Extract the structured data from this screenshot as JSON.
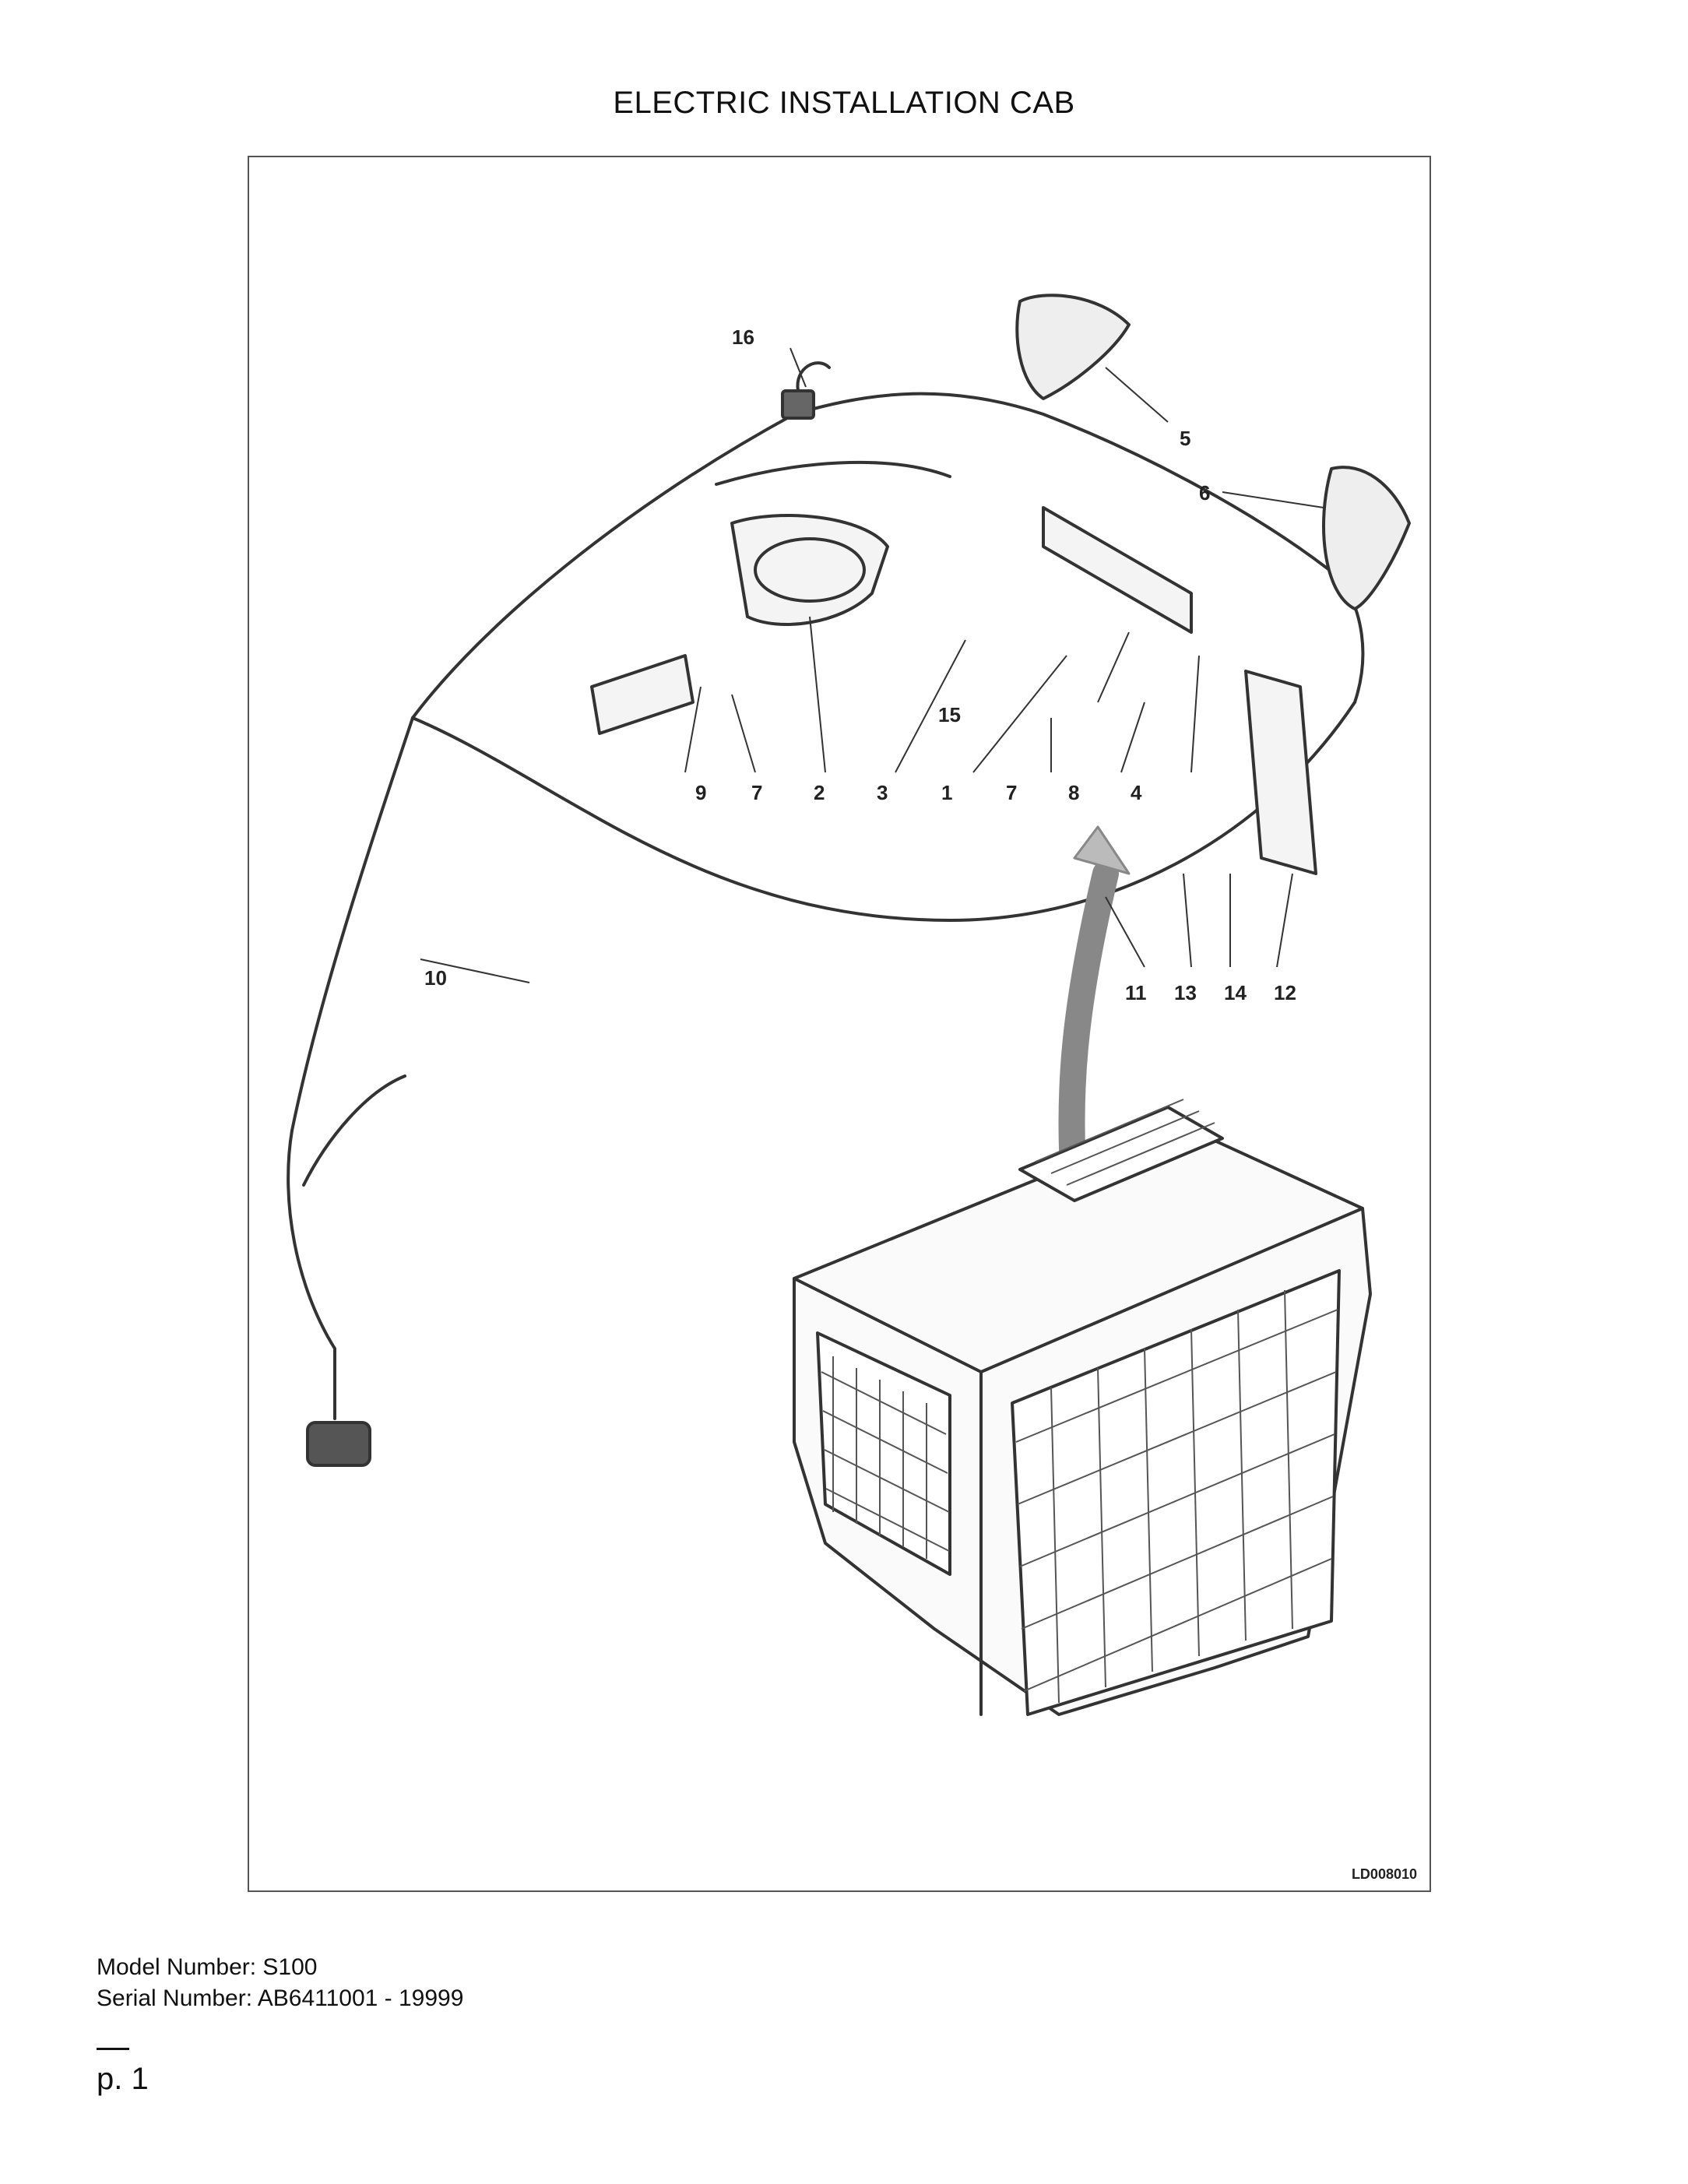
{
  "title": "ELECTRIC INSTALLATION CAB",
  "drawing_id": "LD008010",
  "callouts": [
    "16",
    "5",
    "6",
    "15",
    "9",
    "7",
    "2",
    "3",
    "1",
    "7",
    "8",
    "4",
    "10",
    "11",
    "13",
    "14",
    "12"
  ],
  "model_line": "Model Number: S100",
  "serial_line": "Serial Number: AB6411001 - 19999",
  "page_label": "p. 1"
}
